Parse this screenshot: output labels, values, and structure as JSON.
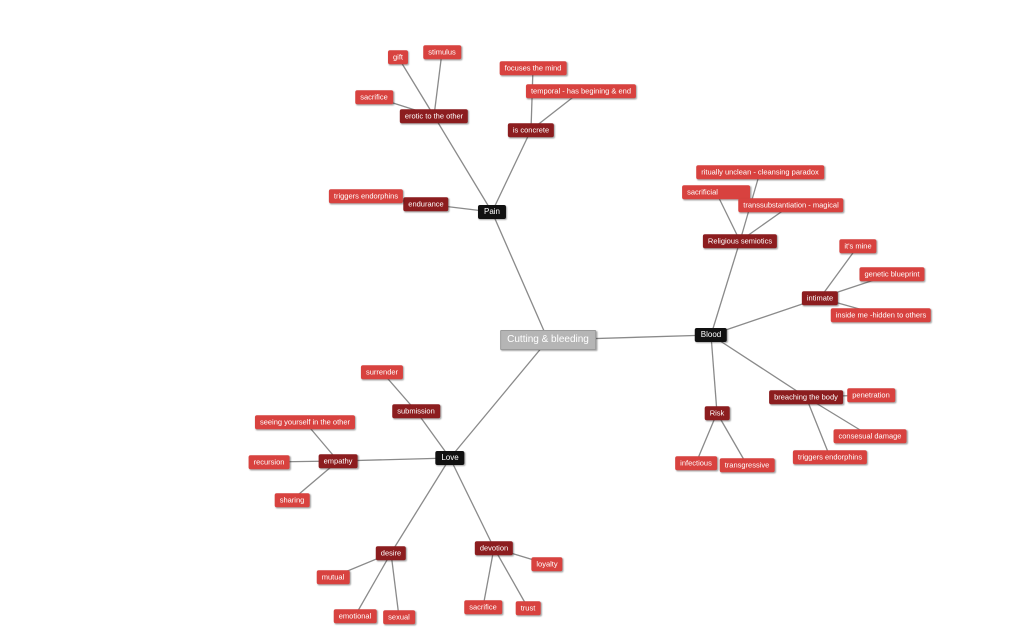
{
  "map": {
    "colors": {
      "center": "#b5b5b5",
      "branch": "#111111",
      "subtopic": "#8c1d1f",
      "leaf": "#d8423f",
      "edge": "#8a8a8a",
      "text": "#ffffff"
    },
    "nodes": [
      {
        "id": "root",
        "label": "Cutting & bleeding",
        "level": "center"
      },
      {
        "id": "pain",
        "label": "Pain",
        "level": "branch",
        "parent": "root"
      },
      {
        "id": "erotic",
        "label": "erotic to the other",
        "level": "sub",
        "parent": "pain"
      },
      {
        "id": "gift",
        "label": "gift",
        "level": "leaf",
        "parent": "erotic"
      },
      {
        "id": "stimulus",
        "label": "stimulus",
        "level": "leaf",
        "parent": "erotic"
      },
      {
        "id": "sacrifice1",
        "label": "sacrifice",
        "level": "leaf",
        "parent": "erotic"
      },
      {
        "id": "concrete",
        "label": "is concrete",
        "level": "sub",
        "parent": "pain"
      },
      {
        "id": "focuses",
        "label": "focuses the mind",
        "level": "leaf",
        "parent": "concrete"
      },
      {
        "id": "temporal",
        "label": "temporal - has begining & end",
        "level": "leaf",
        "parent": "concrete"
      },
      {
        "id": "endurance",
        "label": "endurance",
        "level": "sub",
        "parent": "pain"
      },
      {
        "id": "endorph1",
        "label": "triggers endorphins",
        "level": "leaf",
        "parent": "endurance"
      },
      {
        "id": "blood",
        "label": "Blood",
        "level": "branch",
        "parent": "root"
      },
      {
        "id": "religious",
        "label": "Religious semiotics",
        "level": "sub",
        "parent": "blood"
      },
      {
        "id": "unclean",
        "label": "ritually unclean  - cleansing paradox",
        "level": "leaf",
        "parent": "religious"
      },
      {
        "id": "sacrificial",
        "label": "sacrificial",
        "level": "leaf",
        "parent": "religious"
      },
      {
        "id": "transub",
        "label": "transsubstantiation - magical",
        "level": "leaf",
        "parent": "religious"
      },
      {
        "id": "intimate",
        "label": "intimate",
        "level": "sub",
        "parent": "blood"
      },
      {
        "id": "itsmine",
        "label": "it's mine",
        "level": "leaf",
        "parent": "intimate"
      },
      {
        "id": "genetic",
        "label": "genetic blueprint",
        "level": "leaf",
        "parent": "intimate"
      },
      {
        "id": "insideme",
        "label": "inside me -hidden to others",
        "level": "leaf",
        "parent": "intimate"
      },
      {
        "id": "breaching",
        "label": "breaching the body",
        "level": "sub",
        "parent": "blood"
      },
      {
        "id": "penetration",
        "label": "penetration",
        "level": "leaf",
        "parent": "breaching"
      },
      {
        "id": "consensual",
        "label": "consesual damage",
        "level": "leaf",
        "parent": "breaching"
      },
      {
        "id": "endorph2",
        "label": "triggers endorphins",
        "level": "leaf",
        "parent": "breaching"
      },
      {
        "id": "risk",
        "label": "Risk",
        "level": "sub",
        "parent": "blood"
      },
      {
        "id": "infectious",
        "label": "infectious",
        "level": "leaf",
        "parent": "risk"
      },
      {
        "id": "transgressive",
        "label": "transgressive",
        "level": "leaf",
        "parent": "risk"
      },
      {
        "id": "love",
        "label": "Love",
        "level": "branch",
        "parent": "root"
      },
      {
        "id": "submission",
        "label": "submission",
        "level": "sub",
        "parent": "love"
      },
      {
        "id": "surrender",
        "label": "surrender",
        "level": "leaf",
        "parent": "submission"
      },
      {
        "id": "empathy",
        "label": "empathy",
        "level": "sub",
        "parent": "love"
      },
      {
        "id": "seeing",
        "label": "seeing yourself in the other",
        "level": "leaf",
        "parent": "empathy"
      },
      {
        "id": "recursion",
        "label": "recursion",
        "level": "leaf",
        "parent": "empathy"
      },
      {
        "id": "sharing",
        "label": "sharing",
        "level": "leaf",
        "parent": "empathy"
      },
      {
        "id": "desire",
        "label": "desire",
        "level": "sub",
        "parent": "love"
      },
      {
        "id": "mutual",
        "label": "mutual",
        "level": "leaf",
        "parent": "desire"
      },
      {
        "id": "emotional",
        "label": "emotional",
        "level": "leaf",
        "parent": "desire"
      },
      {
        "id": "sexual",
        "label": "sexual",
        "level": "leaf",
        "parent": "desire"
      },
      {
        "id": "devotion",
        "label": "devotion",
        "level": "sub",
        "parent": "love"
      },
      {
        "id": "loyalty",
        "label": "loyalty",
        "level": "leaf",
        "parent": "devotion"
      },
      {
        "id": "sacrifice2",
        "label": "sacrifice",
        "level": "leaf",
        "parent": "devotion"
      },
      {
        "id": "trust",
        "label": "trust",
        "level": "leaf",
        "parent": "devotion"
      }
    ]
  }
}
